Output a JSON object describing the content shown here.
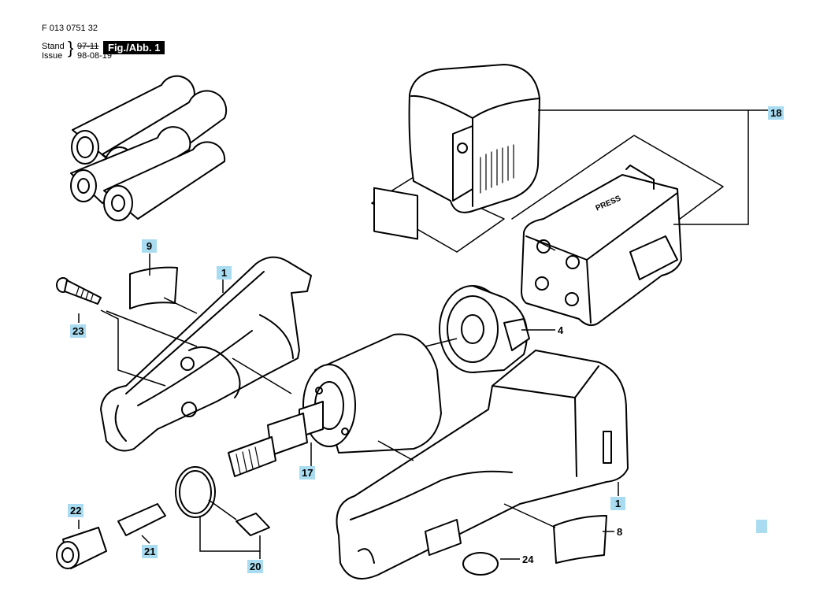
{
  "header": {
    "part_number": "F 013 0751 32",
    "stand_label": "Stand",
    "issue_label": "Issue",
    "stand_value": "97-11",
    "issue_value": "98-08-19",
    "figure_label": "Fig./Abb. 1"
  },
  "stamp_text": "PRESS",
  "callouts": {
    "p18": "18",
    "p9": "9",
    "p1a": "1",
    "p23": "23",
    "p4": "4",
    "p17": "17",
    "p1b": "1",
    "p8": "8",
    "p22": "22",
    "p21": "21",
    "p20": "20",
    "p24": "24"
  },
  "colors": {
    "callout_bg": "#a9dcf0",
    "line": "#000000"
  }
}
